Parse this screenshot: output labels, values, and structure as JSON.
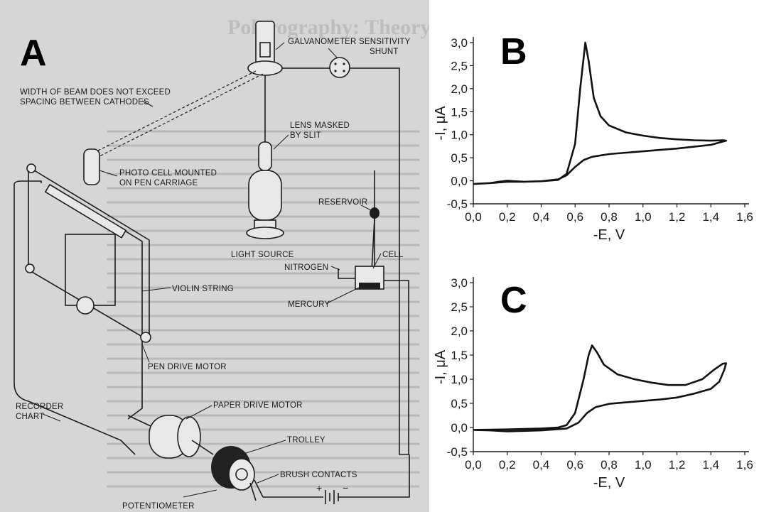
{
  "panel_a": {
    "letter": "A",
    "bg_title": "Polarography: Theory, Instrumentation",
    "labels": {
      "galvanometer": "GALVANOMETER",
      "sensitivity_shunt_1": "SENSITIVITY",
      "sensitivity_shunt_2": "SHUNT",
      "beam_width_1": "WIDTH OF BEAM DOES NOT EXCEED",
      "beam_width_2": "SPACING BETWEEN CATHODES",
      "lens_1": "LENS MASKED",
      "lens_2": "BY SLIT",
      "photo_cell_1": "PHOTO CELL MOUNTED",
      "photo_cell_2": "ON PEN CARRIAGE",
      "reservoir": "RESERVOIR",
      "light_source": "LIGHT SOURCE",
      "cell": "CELL",
      "nitrogen": "NITROGEN",
      "violin_string": "VIOLIN STRING",
      "mercury": "MERCURY",
      "pen_drive_motor": "PEN DRIVE MOTOR",
      "recorder_chart_1": "RECORDER",
      "recorder_chart_2": "CHART",
      "paper_drive_motor": "PAPER DRIVE MOTOR",
      "trolley": "TROLLEY",
      "brush_contacts": "BRUSH CONTACTS",
      "potentiometer": "POTENTIOMETER",
      "plus": "+",
      "minus": "−"
    }
  },
  "chart_data": [
    {
      "panel": "B",
      "type": "line",
      "xlabel": "-E, V",
      "ylabel": "-I, μA",
      "xlim": [
        0.0,
        1.6
      ],
      "ylim": [
        -0.5,
        3.0
      ],
      "xticks": [
        "0,0",
        "0,2",
        "0,4",
        "0,6",
        "0,8",
        "1,0",
        "1,2",
        "1,4",
        "1,6"
      ],
      "yticks": [
        "-0,5",
        "0,0",
        "0,5",
        "1,0",
        "1,5",
        "2,0",
        "2,5",
        "3,0"
      ],
      "series": [
        {
          "points": [
            [
              0.0,
              -0.07
            ],
            [
              0.1,
              -0.05
            ],
            [
              0.2,
              -0.02
            ],
            [
              0.3,
              -0.02
            ],
            [
              0.4,
              -0.01
            ],
            [
              0.5,
              0.02
            ],
            [
              0.55,
              0.15
            ],
            [
              0.6,
              0.8
            ],
            [
              0.63,
              2.0
            ],
            [
              0.66,
              3.0
            ],
            [
              0.68,
              2.6
            ],
            [
              0.71,
              1.8
            ],
            [
              0.75,
              1.4
            ],
            [
              0.8,
              1.2
            ],
            [
              0.9,
              1.05
            ],
            [
              1.0,
              0.98
            ],
            [
              1.1,
              0.93
            ],
            [
              1.2,
              0.9
            ],
            [
              1.3,
              0.88
            ],
            [
              1.4,
              0.87
            ],
            [
              1.47,
              0.88
            ],
            [
              1.49,
              0.87
            ],
            [
              1.4,
              0.78
            ],
            [
              1.3,
              0.74
            ],
            [
              1.2,
              0.7
            ],
            [
              1.1,
              0.67
            ],
            [
              1.0,
              0.64
            ],
            [
              0.9,
              0.61
            ],
            [
              0.8,
              0.58
            ],
            [
              0.7,
              0.52
            ],
            [
              0.65,
              0.45
            ],
            [
              0.6,
              0.3
            ],
            [
              0.55,
              0.12
            ],
            [
              0.5,
              0.03
            ],
            [
              0.4,
              -0.01
            ],
            [
              0.3,
              -0.02
            ],
            [
              0.2,
              0.0
            ],
            [
              0.15,
              -0.02
            ],
            [
              0.1,
              -0.05
            ],
            [
              0.0,
              -0.07
            ]
          ]
        }
      ]
    },
    {
      "panel": "C",
      "type": "line",
      "xlabel": "-E, V",
      "ylabel": "-I, μA",
      "xlim": [
        0.0,
        1.6
      ],
      "ylim": [
        -0.5,
        3.0
      ],
      "xticks": [
        "0,0",
        "0,2",
        "0,4",
        "0,6",
        "0,8",
        "1,0",
        "1,2",
        "1,4",
        "1,6"
      ],
      "yticks": [
        "-0,5",
        "0,0",
        "0,5",
        "1,0",
        "1,5",
        "2,0",
        "2,5",
        "3,0"
      ],
      "series": [
        {
          "points": [
            [
              0.0,
              -0.05
            ],
            [
              0.2,
              -0.04
            ],
            [
              0.4,
              -0.02
            ],
            [
              0.5,
              0.0
            ],
            [
              0.55,
              0.05
            ],
            [
              0.6,
              0.3
            ],
            [
              0.65,
              1.0
            ],
            [
              0.68,
              1.5
            ],
            [
              0.7,
              1.7
            ],
            [
              0.73,
              1.55
            ],
            [
              0.77,
              1.3
            ],
            [
              0.85,
              1.1
            ],
            [
              0.95,
              1.0
            ],
            [
              1.05,
              0.93
            ],
            [
              1.15,
              0.88
            ],
            [
              1.25,
              0.88
            ],
            [
              1.35,
              1.0
            ],
            [
              1.42,
              1.2
            ],
            [
              1.47,
              1.32
            ],
            [
              1.49,
              1.33
            ],
            [
              1.48,
              1.2
            ],
            [
              1.45,
              0.95
            ],
            [
              1.4,
              0.8
            ],
            [
              1.3,
              0.7
            ],
            [
              1.2,
              0.62
            ],
            [
              1.1,
              0.58
            ],
            [
              1.0,
              0.55
            ],
            [
              0.9,
              0.52
            ],
            [
              0.8,
              0.49
            ],
            [
              0.72,
              0.42
            ],
            [
              0.67,
              0.3
            ],
            [
              0.62,
              0.1
            ],
            [
              0.55,
              -0.02
            ],
            [
              0.4,
              -0.06
            ],
            [
              0.2,
              -0.08
            ],
            [
              0.1,
              -0.06
            ],
            [
              0.0,
              -0.05
            ]
          ]
        }
      ]
    }
  ],
  "panel_b_letter": "B",
  "panel_c_letter": "C"
}
